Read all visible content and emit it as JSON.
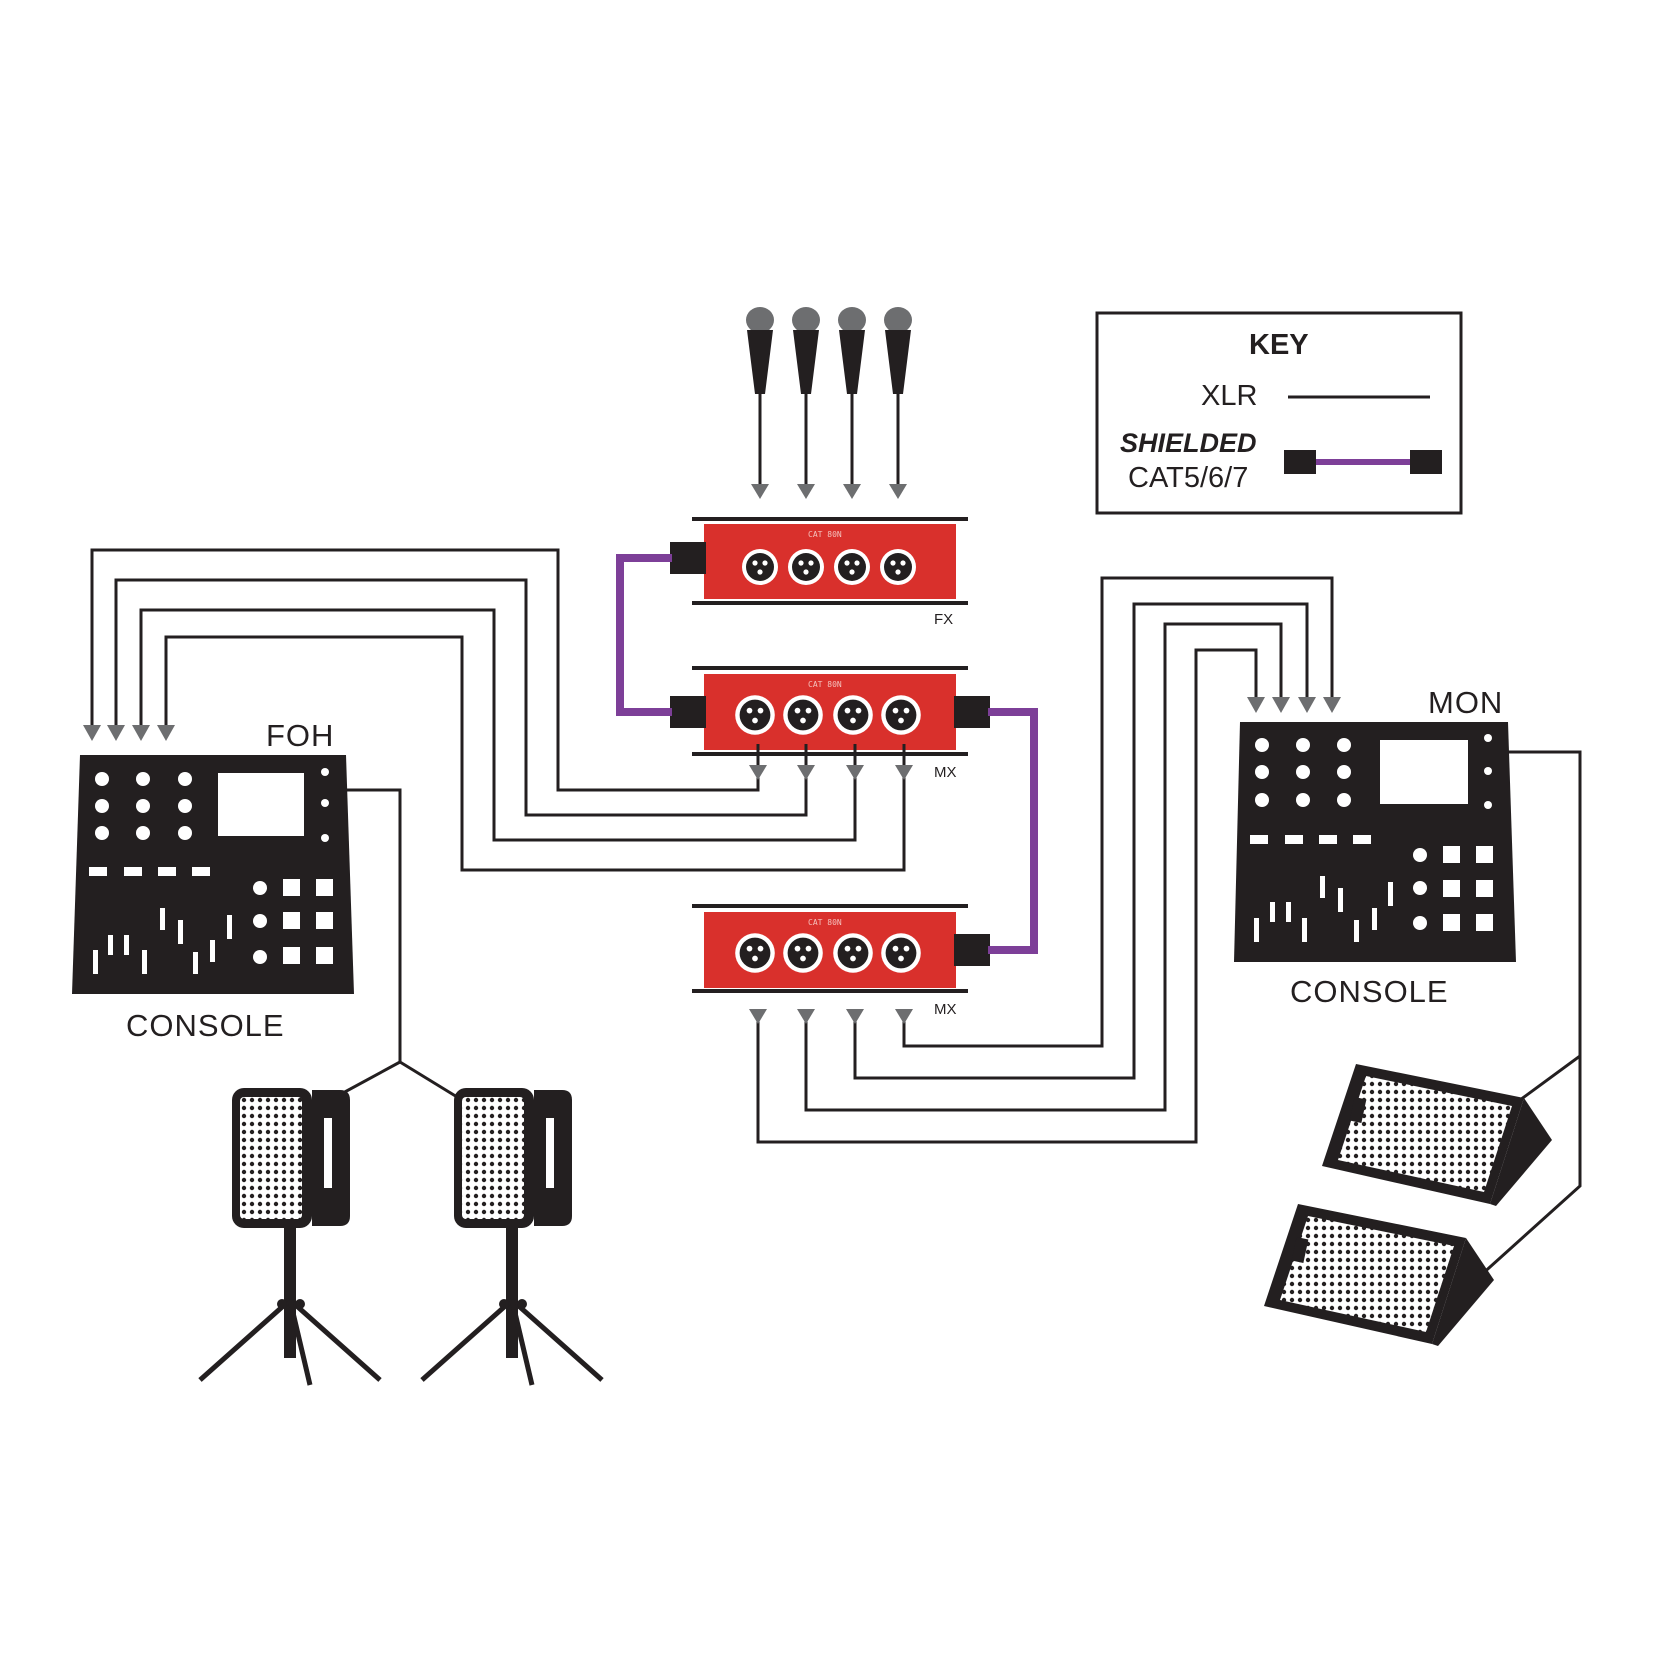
{
  "labels": {
    "foh": "FOH",
    "mon": "MON",
    "console_left": "CONSOLE",
    "console_right": "CONSOLE",
    "fx": "FX",
    "mx_top": "MX",
    "mx_bottom": "MX",
    "box_text": "CAT 80N"
  },
  "key": {
    "title": "KEY",
    "xlr_label": "XLR",
    "shielded_label": "SHIELDED",
    "cat_label": "CAT5/6/7"
  },
  "colors": {
    "cat_cable": "#7d3f98",
    "snake_box": "#d9302c",
    "equipment": "#231f20",
    "arrow": "#6d6e70"
  },
  "icons": [
    "microphone-icon",
    "mixing-console-icon",
    "pa-speaker-icon",
    "stage-monitor-icon",
    "xlr-jack-icon",
    "rj45-plug-icon"
  ]
}
